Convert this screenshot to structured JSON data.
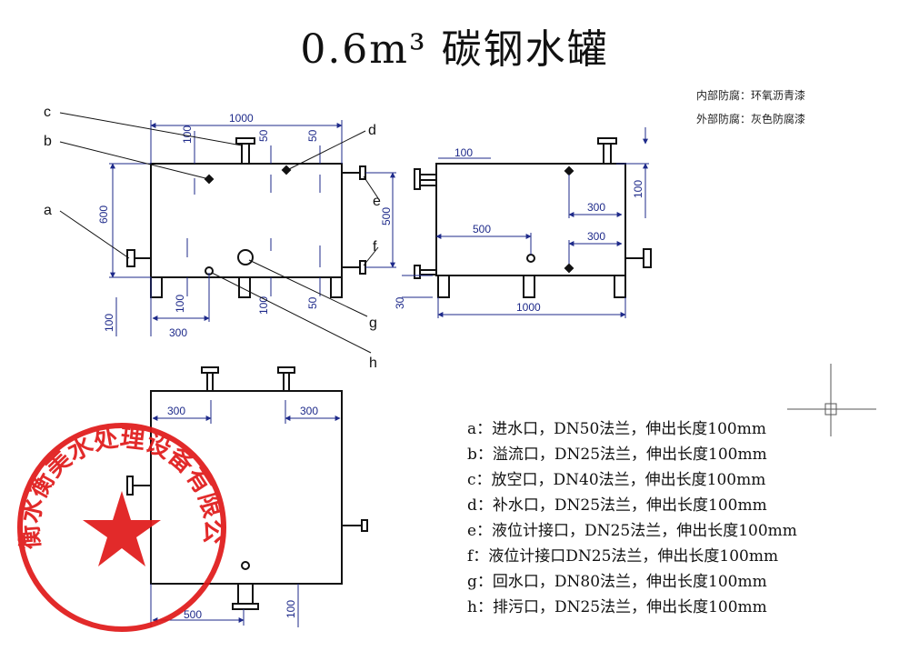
{
  "title": "0.6m³ 碳钢水罐",
  "notes": {
    "inner": "内部防腐：环氧沥青漆",
    "outer": "外部防腐：灰色防腐漆"
  },
  "callouts": [
    "a",
    "b",
    "c",
    "d",
    "e",
    "f",
    "g",
    "h"
  ],
  "dims": {
    "front": {
      "width": "1000",
      "height": "600",
      "inner_height": "500",
      "c_offset": "100",
      "b_off1": "50",
      "b_off2": "50",
      "bottom_leg": "100",
      "bottom_left": "300",
      "g_off": "100",
      "h_off": "50",
      "base": "100"
    },
    "side": {
      "top": "100",
      "right": "100",
      "dist1": "300",
      "dist2": "300",
      "dist3": "500",
      "width": "1000",
      "leg": "30"
    },
    "top": {
      "left": "300",
      "right": "300",
      "bottom": "500",
      "bottom_v": "100"
    }
  },
  "legend": [
    "a：进水口，DN50法兰，伸出长度100mm",
    "b：溢流口，DN25法兰，伸出长度100mm",
    "c：放空口，DN40法兰，伸出长度100mm",
    "d：补水口，DN25法兰，伸出长度100mm",
    "e：液位计接口，DN25法兰，伸出长度100mm",
    "f：液位计接口DN25法兰，伸出长度100mm",
    "g：回水口，DN80法兰，伸出长度100mm",
    "h：排污口，DN25法兰，伸出长度100mm"
  ],
  "seal": {
    "text": "衡水衡美水处理设备有限公司",
    "color": "#e01818"
  },
  "colors": {
    "line": "#111111",
    "dimension": "#1e2a8a"
  }
}
